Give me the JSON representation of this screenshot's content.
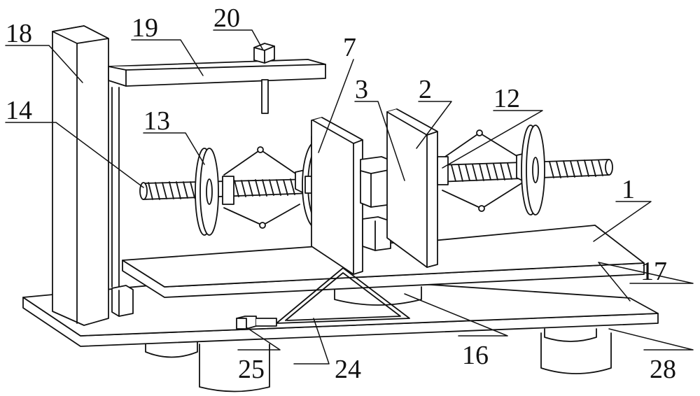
{
  "figure": {
    "type": "patent-line-drawing",
    "stroke_color": "#111111",
    "background": "#ffffff"
  },
  "labels": [
    {
      "id": "l18",
      "text": "18"
    },
    {
      "id": "l19",
      "text": "19"
    },
    {
      "id": "l20",
      "text": "20"
    },
    {
      "id": "l7",
      "text": "7"
    },
    {
      "id": "l3",
      "text": "3"
    },
    {
      "id": "l2",
      "text": "2"
    },
    {
      "id": "l12",
      "text": "12"
    },
    {
      "id": "l14",
      "text": "14"
    },
    {
      "id": "l13",
      "text": "13"
    },
    {
      "id": "l1",
      "text": "1"
    },
    {
      "id": "l17",
      "text": "17"
    },
    {
      "id": "l25",
      "text": "25"
    },
    {
      "id": "l24",
      "text": "24"
    },
    {
      "id": "l16",
      "text": "16"
    },
    {
      "id": "l28",
      "text": "28"
    }
  ]
}
